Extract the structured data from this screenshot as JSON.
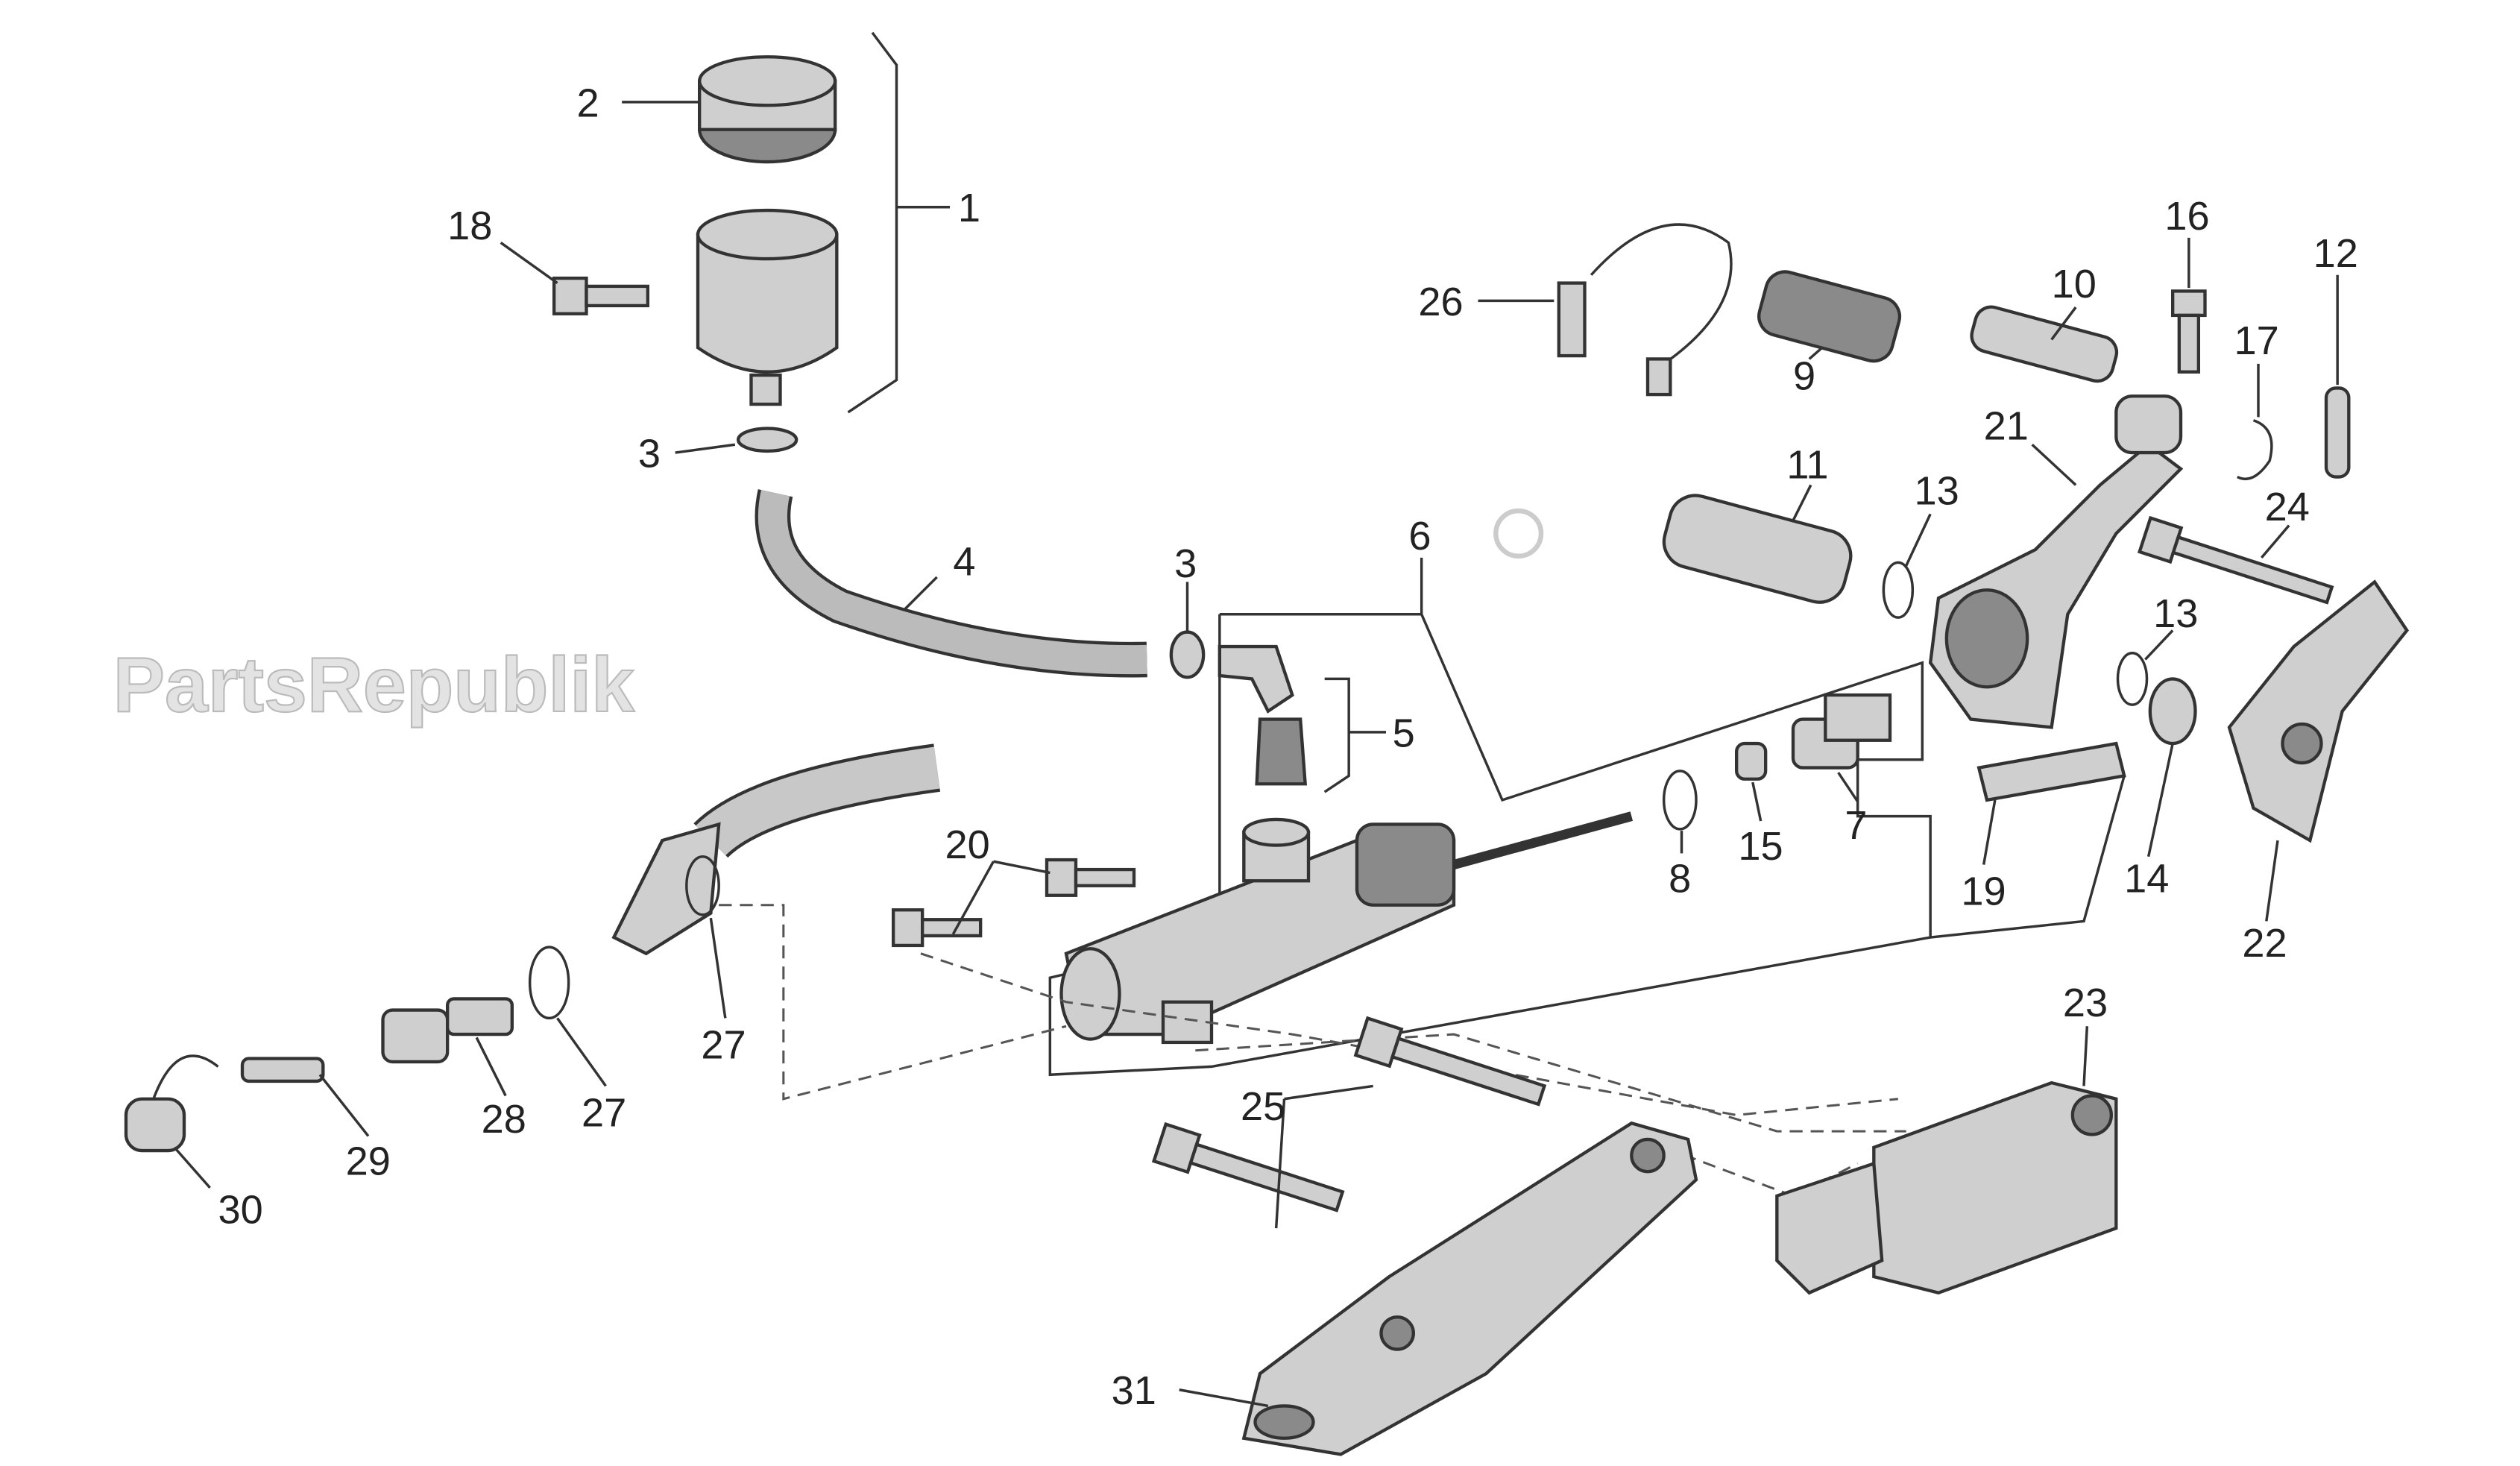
{
  "diagram": {
    "watermark": "PartsRepublik",
    "labels": {
      "l1": "1",
      "l2": "2",
      "l3a": "3",
      "l3b": "3",
      "l4": "4",
      "l5": "5",
      "l6": "6",
      "l7": "7",
      "l8": "8",
      "l9": "9",
      "l10": "10",
      "l11": "11",
      "l12": "12",
      "l13a": "13",
      "l13b": "13",
      "l14": "14",
      "l15": "15",
      "l16": "16",
      "l17": "17",
      "l18": "18",
      "l19": "19",
      "l20": "20",
      "l21": "21",
      "l22": "22",
      "l23": "23",
      "l24": "24",
      "l25": "25",
      "l26": "26",
      "l27a": "27",
      "l27b": "27",
      "l28": "28",
      "l29": "29",
      "l30": "30",
      "l31": "31"
    }
  }
}
